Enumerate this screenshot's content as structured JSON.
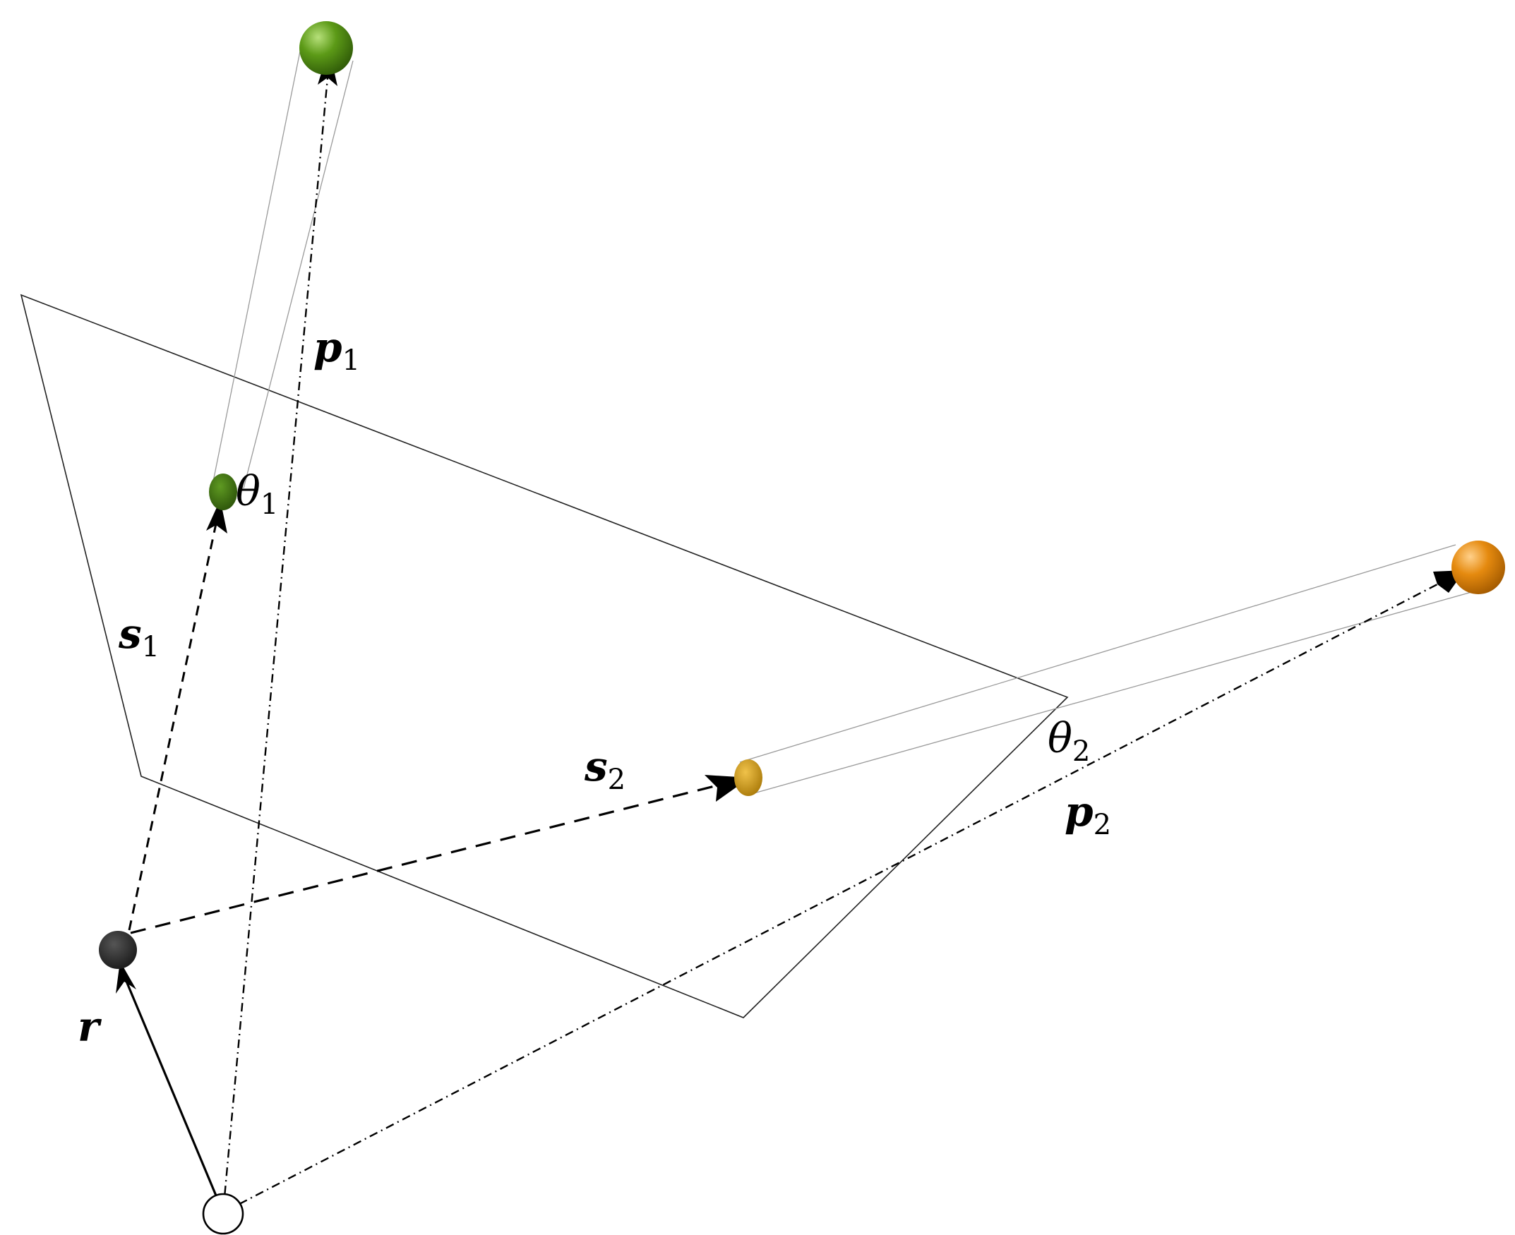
{
  "diagram": {
    "labels": {
      "r": "r",
      "s1": "s",
      "s1_sub": "1",
      "s2": "s",
      "s2_sub": "2",
      "p1": "p",
      "p1_sub": "1",
      "p2": "p",
      "p2_sub": "2",
      "theta1": "θ",
      "theta1_sub": "1",
      "theta2": "θ",
      "theta2_sub": "2"
    },
    "colors": {
      "line": "#000000",
      "plane": "#222222",
      "beam": "#9a9a9a",
      "sphere_green": "#5c9a17",
      "sphere_green_dark": "#3d6b0d",
      "sphere_orange": "#e58a0f",
      "sphere_olive": "#c89410",
      "receiver": "#1a1a1a"
    }
  }
}
